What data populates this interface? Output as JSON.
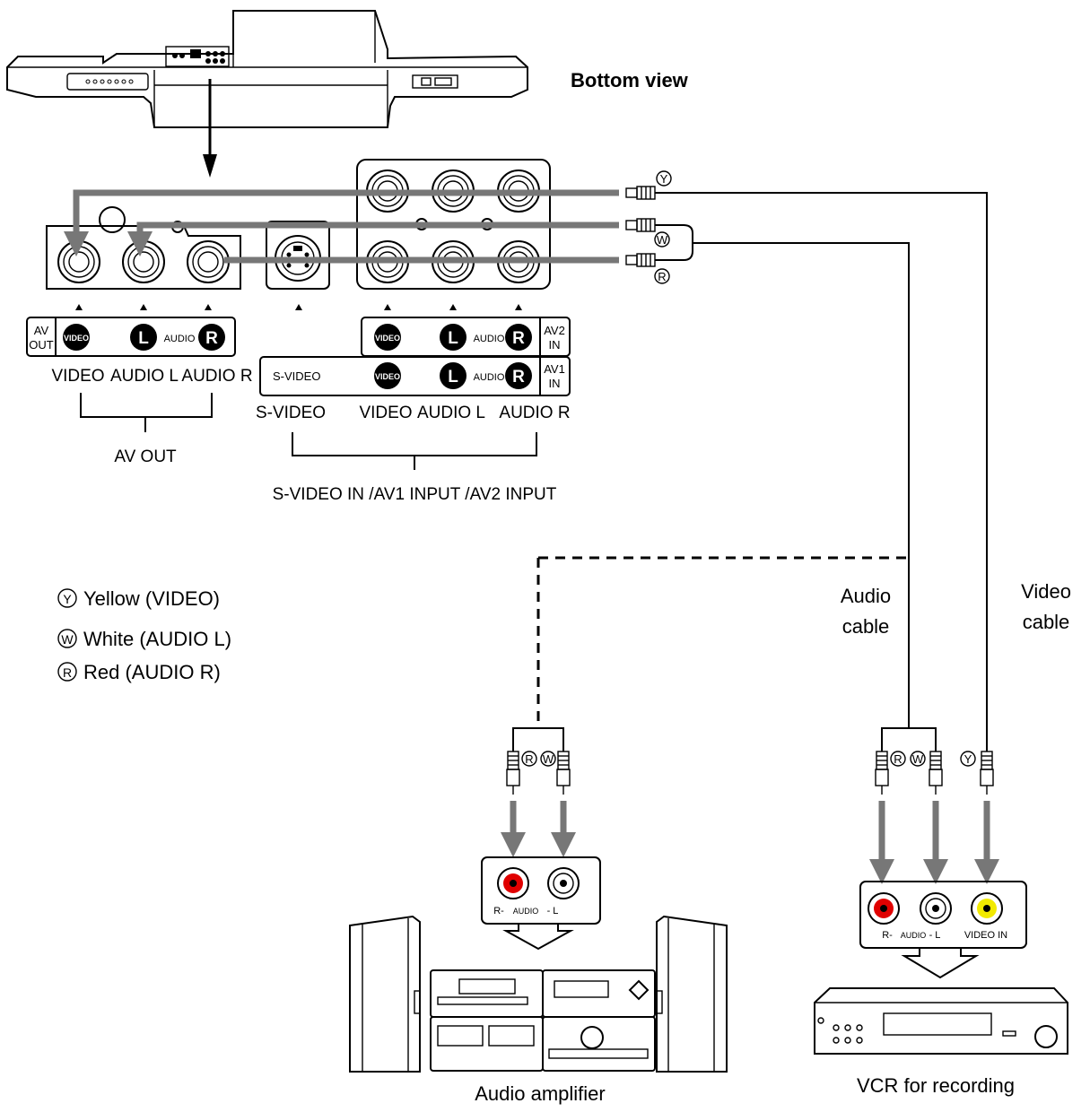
{
  "labels": {
    "bottom_view": "Bottom view",
    "av_out_caption": "AV OUT",
    "input_caption": "S-VIDEO IN /AV1 INPUT /AV2 INPUT",
    "col_video_out": "VIDEO",
    "col_audio_l_out": "AUDIO L",
    "col_audio_r_out": "AUDIO R",
    "col_svideo": "S-VIDEO",
    "col_video_in": "VIDEO",
    "col_audio_l_in": "AUDIO L",
    "col_audio_r_in": "AUDIO R",
    "audio_cable_line1": "Audio",
    "audio_cable_line2": "cable",
    "video_cable_line1": "Video",
    "video_cable_line2": "cable",
    "amplifier": "Audio amplifier",
    "vcr": "VCR for recording"
  },
  "panel": {
    "av_out_tag_1": "AV",
    "av_out_tag_2": "OUT",
    "video_badge": "VIDEO",
    "l_badge": "L",
    "r_badge": "R",
    "audio_word": "AUDIO",
    "svideo_word": "S-VIDEO",
    "av2_tag_1": "AV2",
    "av2_tag_2": "IN",
    "av1_tag_1": "AV1",
    "av1_tag_2": "IN"
  },
  "legend": [
    {
      "letter": "Y",
      "text": "Yellow (VIDEO)"
    },
    {
      "letter": "W",
      "text": "White (AUDIO L)"
    },
    {
      "letter": "R",
      "text": "Red (AUDIO R)"
    }
  ],
  "plug_letters": {
    "yellow": "Y",
    "white": "W",
    "red": "R"
  },
  "amp_jacks": {
    "left_label": "R-",
    "audio": "AUDIO",
    "right_label": "- L"
  },
  "vcr_jacks": {
    "left_label": "R-",
    "audio": "AUDIO",
    "right_label": "- L",
    "video_in": "VIDEO IN"
  },
  "colors": {
    "red_jack": "#e00000",
    "yellow_jack": "#f2ea00",
    "cable_arrow": "#777777"
  }
}
